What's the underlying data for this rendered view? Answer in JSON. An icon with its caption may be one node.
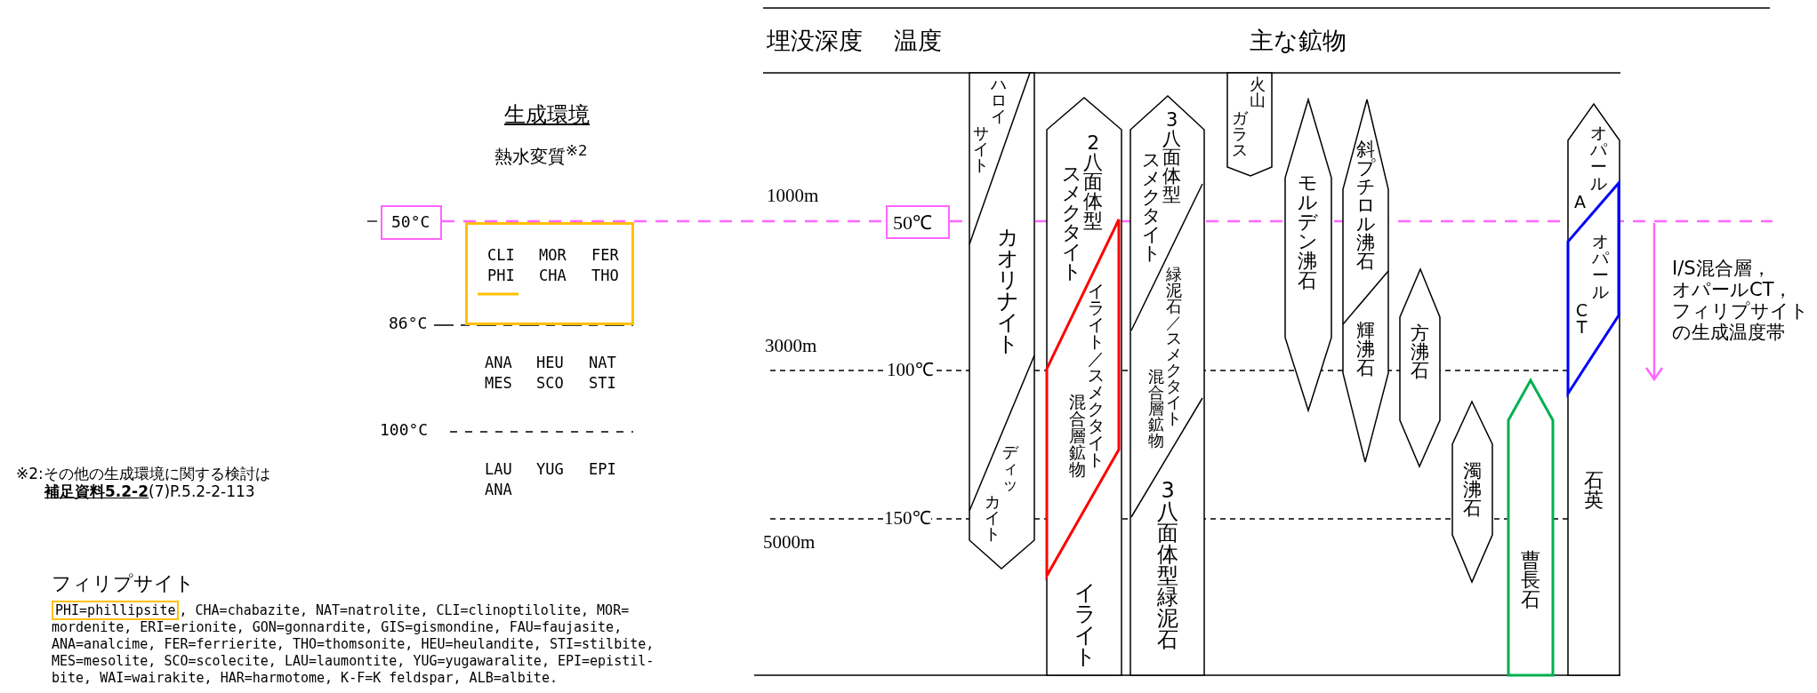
{
  "diagram": {
    "nodes": [
      {
        "text": [
          "50°C"
        ]
      },
      {
        "text": [
          "CLI",
          "MOR",
          "FER",
          "PHI",
          "CHA",
          "THO"
        ]
      },
      {
        "text": [
          "PHI=phillipsite"
        ]
      },
      {
        "text": [
          "50℃"
        ]
      },
      {
        "text": [
          "ハロイサイト",
          "カオリナイト",
          "ディッカイト"
        ]
      },
      {
        "text": [
          "2八面体型スメクタイト",
          "イライト"
        ]
      },
      {
        "text": [
          "イライト／スメクタイト混合層鉱物"
        ],
        "in": 5
      },
      {
        "text": [
          "3八面体型スメクタイト",
          "緑泥石／スメクタイト混合層鉱物",
          "3八面体型緑泥石"
        ]
      },
      {
        "text": [
          "火山ガラス"
        ]
      },
      {
        "text": [
          "モルデン沸石"
        ]
      },
      {
        "text": [
          "斜プチロル沸石",
          "輝沸石"
        ]
      },
      {
        "text": [
          "方沸石"
        ]
      },
      {
        "text": [
          "濁沸石"
        ]
      },
      {
        "text": [
          "曹長石"
        ]
      },
      {
        "text": [
          "オパールA",
          "石英"
        ]
      },
      {
        "text": [
          "オパールCT"
        ],
        "in": 14
      }
    ],
    "edges": [
      {
        "from": 0,
        "to": 3,
        "arrow": "none",
        "style": "dashed",
        "color": "#ff66ff"
      }
    ],
    "labels": [
      "生成環境",
      "熱水変質$^{※2}$",
      "86°C",
      "ANA",
      "HEU",
      "NAT",
      "MES",
      "SCO",
      "STI",
      "100°C",
      "LAU",
      "YUG",
      "EPI",
      "ANA",
      "※2:その他の生成環境に関する検討は**補足資料5.2-2**(7)P.5.2-2-113",
      "フィリプサイト",
      ", CHA=chabazite, NAT=natrolite, CLI=clinoptilolite, MOR= mordenite, ERI=erionite, GON=gonnardite, GIS=gismondine, FAU=faujasite, ANA=analcime, FER=ferrierite, THO=thomsonite, HEU=heulandite, STI=stilbite, MES=mesolite, SCO=scolecite, LAU=laumontite, YUG=yugawaralite, EPI=epistil- bite, WAI=wairakite, HAR=harmotome, K-F=K feldspar, ALB=albite.",
      "埋没深度",
      "温度",
      "主な鉱物",
      "1000m",
      "3000m",
      "100℃",
      "150℃",
      "5000m",
      "I/S混合層，オパールCT，フィリプサイトの生成温度帯"
    ]
  }
}
